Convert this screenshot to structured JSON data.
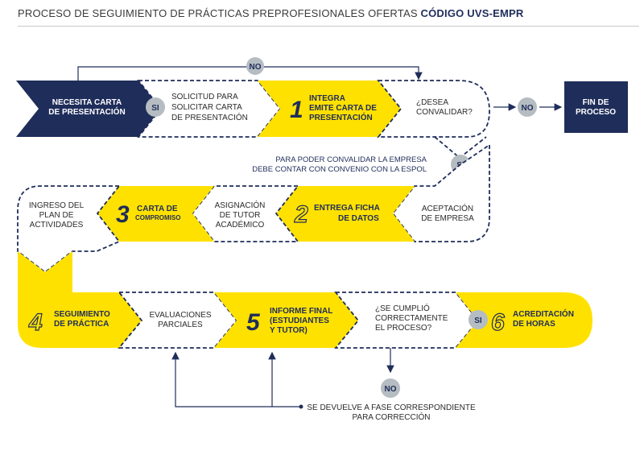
{
  "header": {
    "title_regular": "PROCESO DE SEGUIMIENTO DE PRÁCTICAS PREPROFESIONALES OFERTAS ",
    "title_bold": "CÓDIGO UVS-EMPR"
  },
  "row1": {
    "start_l1": "NECESITA CARTA",
    "start_l2": "DE PRESENTACIÓN",
    "si": "SI",
    "solicitud_l1": "SOLICITUD PARA",
    "solicitud_l2": "SOLICITAR CARTA",
    "solicitud_l3": "DE PRESENTACIÓN",
    "step1_num": "1",
    "step1_l1": "INTEGRA",
    "step1_l2": "EMITE CARTA DE",
    "step1_l3": "PRESENTACIÓN",
    "q_l1": "¿DESEA",
    "q_l2": "CONVALIDAR?",
    "no": "NO",
    "end_l1": "FIN DE",
    "end_l2": "PROCESO",
    "top_no": "NO"
  },
  "row2": {
    "note_l1": "PARA PODER CONVALIDAR LA EMPRESA",
    "note_l2": "DEBE CONTAR CON CONVENIO CON LA ESPOL",
    "si": "SI",
    "acept_l1": "ACEPTACIÓN",
    "acept_l2": "DE EMPRESA",
    "step2_num": "2",
    "step2_l1": "ENTREGA FICHA",
    "step2_l2": "DE DATOS",
    "asig_l1": "ASIGNACIÓN",
    "asig_l2": "DE TUTOR",
    "asig_l3": "ACADÉMICO",
    "step3_num": "3",
    "step3_l1": "CARTA DE",
    "step3_l2": "COMPROMISO",
    "plan_l1": "INGRESO DEL",
    "plan_l2": "PLAN DE",
    "plan_l3": "ACTIVIDADES"
  },
  "row3": {
    "step4_num": "4",
    "step4_l1": "SEGUIMIENTO",
    "step4_l2": "DE PRÁCTICA",
    "eval_l1": "EVALUACIONES",
    "eval_l2": "PARCIALES",
    "step5_num": "5",
    "step5_l1": "INFORME FINAL",
    "step5_l2": "(ESTUDIANTES",
    "step5_l3": "Y TUTOR)",
    "q_l1": "¿SE CUMPLIÓ",
    "q_l2": "CORRECTAMENTE",
    "q_l3": "EL PROCESO?",
    "si": "SI",
    "step6_num": "6",
    "step6_l1": "ACREDITACIÓN",
    "step6_l2": "DE HORAS",
    "no": "NO",
    "return_l1": "SE DEVUELVE A FASE CORRESPONDIENTE",
    "return_l2": "PARA CORRECCIÓN"
  },
  "colors": {
    "navy": "#1f2d5a",
    "yellow": "#ffe100",
    "gray_circle": "#b5bcc2"
  }
}
